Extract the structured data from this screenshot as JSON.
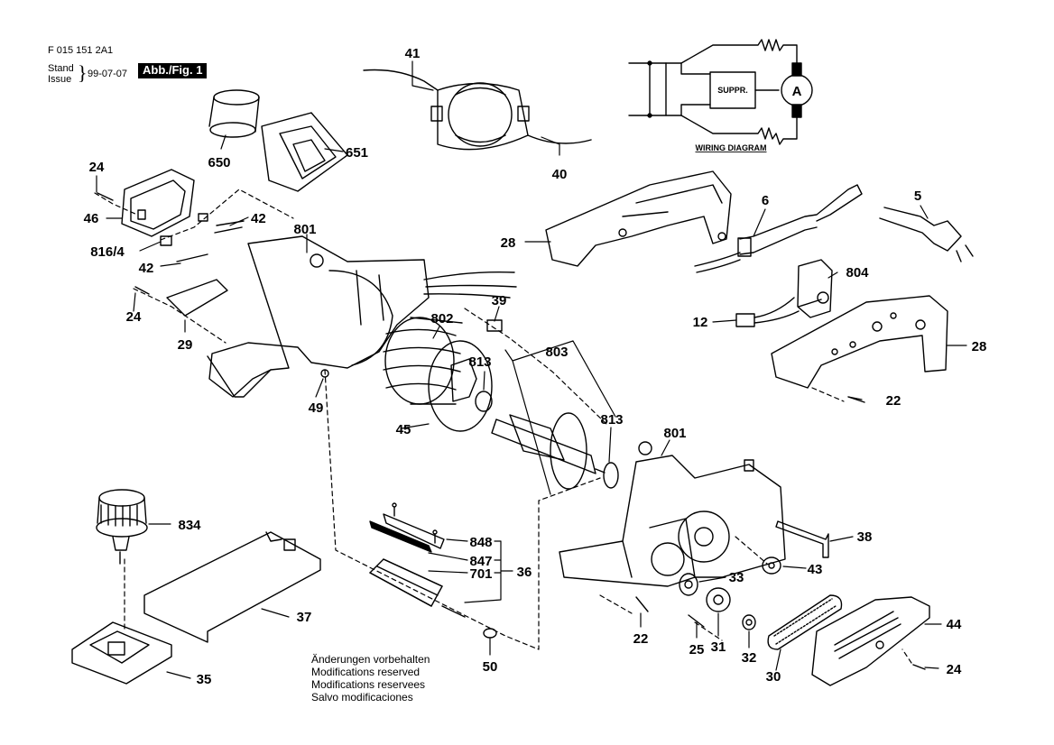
{
  "header": {
    "doc_code": "F 015 151 2A1",
    "stand": "Stand",
    "issue": "Issue",
    "date": "99-07-07",
    "figure_badge": "Abb./Fig. 1"
  },
  "wiring": {
    "suppressor_label": "SUPPR.",
    "motor_symbol": "A",
    "caption": "WIRING DIAGRAM"
  },
  "notes": [
    "Änderungen vorbehalten",
    "Modifications reserved",
    "Modifications reservees",
    "Salvo modificaciones"
  ],
  "part_labels": [
    "41",
    "650",
    "651",
    "40",
    "24",
    "46",
    "42",
    "816/4",
    "801",
    "42",
    "24",
    "29",
    "49",
    "5",
    "6",
    "28",
    "804",
    "39",
    "802",
    "803",
    "813",
    "12",
    "28",
    "45",
    "813",
    "22",
    "801",
    "834",
    "38",
    "848",
    "847",
    "701",
    "36",
    "43",
    "33",
    "37",
    "44",
    "35",
    "50",
    "22",
    "25",
    "31",
    "32",
    "30",
    "24"
  ]
}
